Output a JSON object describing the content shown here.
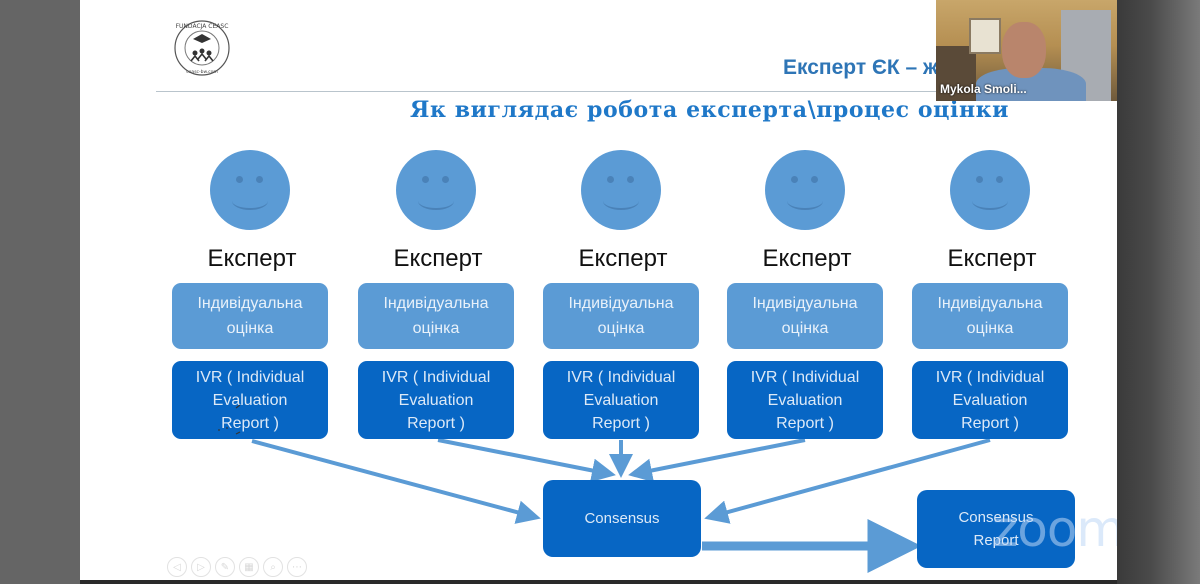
{
  "slide": {
    "logo": {
      "text_top": "FUNDACJA CEASC",
      "text_bottom": "ceasc-bw.com"
    },
    "header_title": "Експерт ЄК – ж",
    "subtitle": "Як виглядає робота експерта\\процес оцінки",
    "experts": [
      {
        "label": "Експерт",
        "individual": [
          "Індивідуальна",
          "оцінка"
        ],
        "ivr": [
          "IVR ( Individual",
          "Evaluation",
          "Report )"
        ]
      },
      {
        "label": "Експерт",
        "individual": [
          "Індивідуальна",
          "оцінка"
        ],
        "ivr": [
          "IVR ( Individual",
          "Evaluation",
          "Report )"
        ]
      },
      {
        "label": "Експерт",
        "individual": [
          "Індивідуальна",
          "оцінка"
        ],
        "ivr": [
          "IVR ( Individual",
          "Evaluation",
          "Report )"
        ]
      },
      {
        "label": "Експерт",
        "individual": [
          "Індивідуальна",
          "оцінка"
        ],
        "ivr": [
          "IVR ( Individual",
          "Evaluation",
          "Report )"
        ]
      },
      {
        "label": "Експерт",
        "individual": [
          "Індивідуальна",
          "оцінка"
        ],
        "ivr": [
          "IVR ( Individual",
          "Evaluation",
          "Report )"
        ]
      }
    ],
    "consensus": "Consensus",
    "consensus_report": [
      "Consensus",
      "Report"
    ],
    "colors": {
      "face": "#5b9bd5",
      "box_light": "#5b9bd5",
      "box_dark": "#0766c4",
      "arrow": "#5b9bd5",
      "title": "#1f78c8"
    }
  },
  "presentation_controls": [
    {
      "name": "previous-slide",
      "glyph": "◁"
    },
    {
      "name": "next-slide",
      "glyph": "▷"
    },
    {
      "name": "pen",
      "glyph": "✎"
    },
    {
      "name": "slides-grid",
      "glyph": "▦"
    },
    {
      "name": "zoom",
      "glyph": "⌕"
    },
    {
      "name": "more",
      "glyph": "⋯"
    }
  ],
  "video": {
    "participant_name": "Mykola Smoli..."
  },
  "watermark": "zoom"
}
